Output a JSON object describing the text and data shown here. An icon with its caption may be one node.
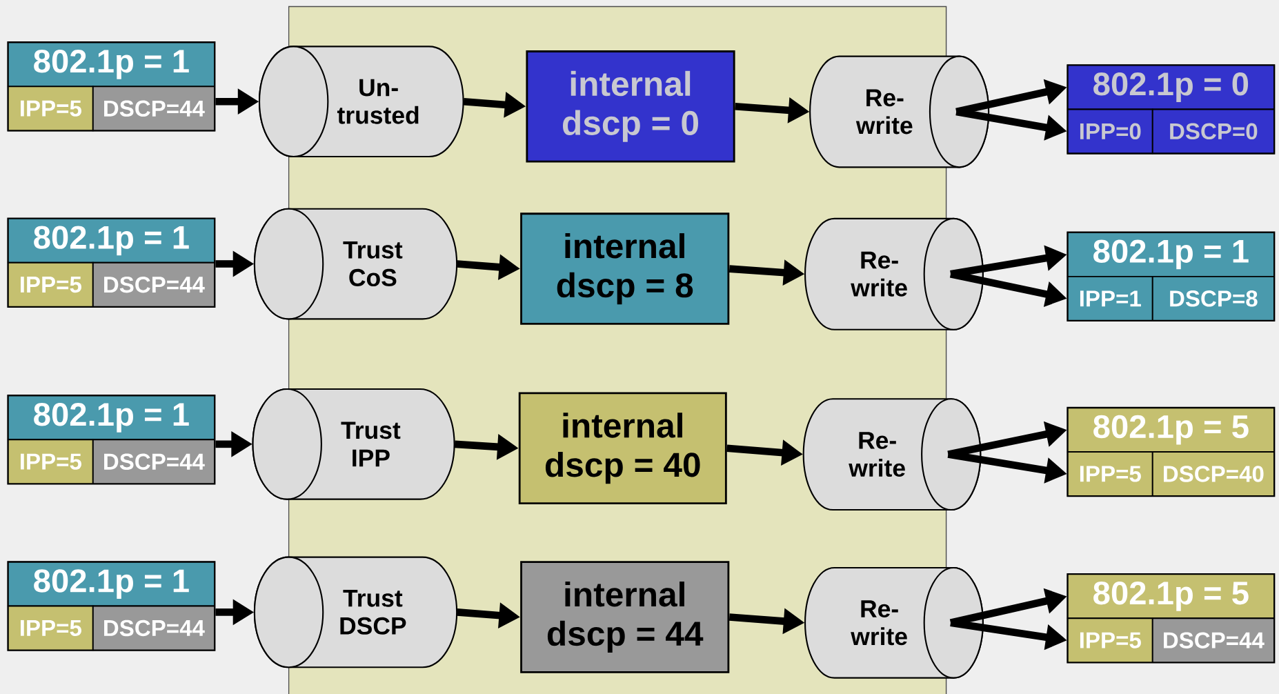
{
  "diagram": {
    "nodes": [
      {
        "text": [],
        "shape": "box"
      },
      {
        "text": [
          "802.1p = 1"
        ],
        "in": 0
      },
      {
        "text": [
          "IPP=5"
        ],
        "in": 0
      },
      {
        "text": [
          "DSCP=44"
        ],
        "in": 0
      },
      {
        "text": [
          "Un- trusted"
        ]
      },
      {
        "text": [
          "internal dscp = 0"
        ]
      },
      {
        "text": [
          "Re- write"
        ]
      },
      {
        "text": [],
        "shape": "box"
      },
      {
        "text": [
          "802.1p = 0"
        ],
        "in": 7
      },
      {
        "text": [
          "IPP=0"
        ],
        "in": 7
      },
      {
        "text": [
          "DSCP=0"
        ],
        "in": 7
      },
      {
        "text": [],
        "shape": "box"
      },
      {
        "text": [
          "802.1p = 1"
        ],
        "in": 11
      },
      {
        "text": [
          "IPP=5"
        ],
        "in": 11
      },
      {
        "text": [
          "DSCP=44"
        ],
        "in": 11
      },
      {
        "text": [
          "Trust CoS"
        ]
      },
      {
        "text": [
          "internal dscp = 8"
        ]
      },
      {
        "text": [
          "Re- write"
        ]
      },
      {
        "text": [],
        "shape": "box"
      },
      {
        "text": [
          "802.1p = 1"
        ],
        "in": 18
      },
      {
        "text": [
          "IPP=1"
        ],
        "in": 18
      },
      {
        "text": [
          "DSCP=8"
        ],
        "in": 18
      },
      {
        "text": [],
        "shape": "box"
      },
      {
        "text": [
          "802.1p = 1"
        ],
        "in": 22
      },
      {
        "text": [
          "IPP=5"
        ],
        "in": 22
      },
      {
        "text": [
          "DSCP=44"
        ],
        "in": 22
      },
      {
        "text": [
          "Trust IPP"
        ]
      },
      {
        "text": [
          "internal dscp = 40"
        ]
      },
      {
        "text": [
          "Re- write"
        ]
      },
      {
        "text": [],
        "shape": "box"
      },
      {
        "text": [
          "802.1p = 5"
        ],
        "in": 29
      },
      {
        "text": [
          "IPP=5"
        ],
        "in": 29
      },
      {
        "text": [
          "DSCP=40"
        ],
        "in": 29
      },
      {
        "text": [],
        "shape": "box"
      },
      {
        "text": [
          "802.1p = 1"
        ],
        "in": 33
      },
      {
        "text": [
          "IPP=5"
        ],
        "in": 33
      },
      {
        "text": [
          "DSCP=44"
        ],
        "in": 33
      },
      {
        "text": [
          "Trust DSCP"
        ]
      },
      {
        "text": [
          "internal dscp = 44"
        ]
      },
      {
        "text": [
          "Re- write"
        ]
      },
      {
        "text": [],
        "shape": "box"
      },
      {
        "text": [
          "802.1p = 5"
        ],
        "in": 40
      },
      {
        "text": [
          "IPP=5"
        ],
        "in": 40
      },
      {
        "text": [
          "DSCP=44"
        ],
        "in": 40
      }
    ],
    "edges": [
      {
        "from": 0,
        "to": 4,
        "arrow": "to"
      },
      {
        "from": 4,
        "to": 5,
        "arrow": "to"
      },
      {
        "from": 5,
        "to": 6,
        "arrow": "to"
      },
      {
        "from": 6,
        "to": 8,
        "arrow": "to"
      },
      {
        "from": 6,
        "to": 9,
        "arrow": "to"
      },
      {
        "from": 11,
        "to": 15,
        "arrow": "to"
      },
      {
        "from": 15,
        "to": 16,
        "arrow": "to"
      },
      {
        "from": 16,
        "to": 17,
        "arrow": "to"
      },
      {
        "from": 17,
        "to": 19,
        "arrow": "to"
      },
      {
        "from": 17,
        "to": 20,
        "arrow": "to"
      },
      {
        "from": 22,
        "to": 26,
        "arrow": "to"
      },
      {
        "from": 26,
        "to": 27,
        "arrow": "to"
      },
      {
        "from": 27,
        "to": 28,
        "arrow": "to"
      },
      {
        "from": 28,
        "to": 30,
        "arrow": "to"
      },
      {
        "from": 28,
        "to": 31,
        "arrow": "to"
      },
      {
        "from": 33,
        "to": 37,
        "arrow": "to"
      },
      {
        "from": 37,
        "to": 38,
        "arrow": "to"
      },
      {
        "from": 38,
        "to": 39,
        "arrow": "to"
      },
      {
        "from": 39,
        "to": 41,
        "arrow": "to"
      },
      {
        "from": 39,
        "to": 42,
        "arrow": "to"
      }
    ]
  }
}
